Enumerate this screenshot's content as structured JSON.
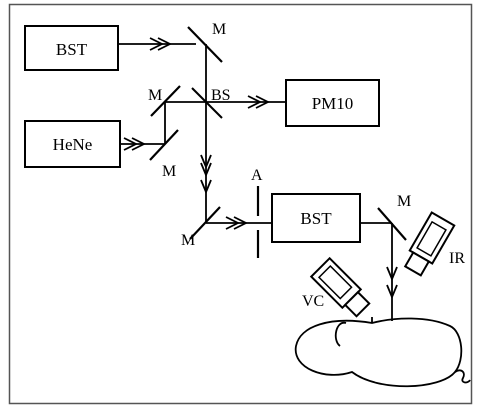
{
  "components": {
    "bst_source": "BST",
    "pm10": "PM10",
    "hene": "HeNe",
    "bst_amp": "BST"
  },
  "labels": {
    "mirror_1": "M",
    "mirror_2": "M",
    "mirror_3": "M",
    "mirror_4": "M",
    "mirror_5": "M",
    "beamsplitter": "BS",
    "aperture": "A",
    "ir_camera": "IR",
    "video_camera": "VC"
  }
}
